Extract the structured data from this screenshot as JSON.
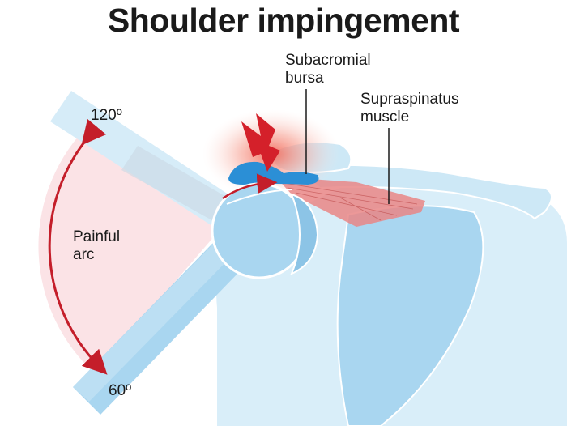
{
  "title": "Shoulder impingement",
  "labels": {
    "bursa_line1": "Subacromial",
    "bursa_line2": "bursa",
    "muscle_line1": "Supraspinatus",
    "muscle_line2": "muscle",
    "arc_line1": "Painful",
    "arc_line2": "arc",
    "angle_top": "120º",
    "angle_bottom": "60º"
  },
  "colors": {
    "bone_light": "#cde8f6",
    "bone_mid": "#a9d6f0",
    "bone_dark": "#8cc4e6",
    "outline": "#ffffff",
    "arc_fill": "#fbe3e6",
    "arc_arrow": "#c41e2a",
    "bursa": "#2b8fd6",
    "muscle": "#e98686",
    "pain_glow": "#f26b5b",
    "lightning": "#d4202a",
    "text": "#1a1a1a"
  },
  "icons": [
    "lightning-bolt-icon",
    "pain-glow-icon"
  ]
}
